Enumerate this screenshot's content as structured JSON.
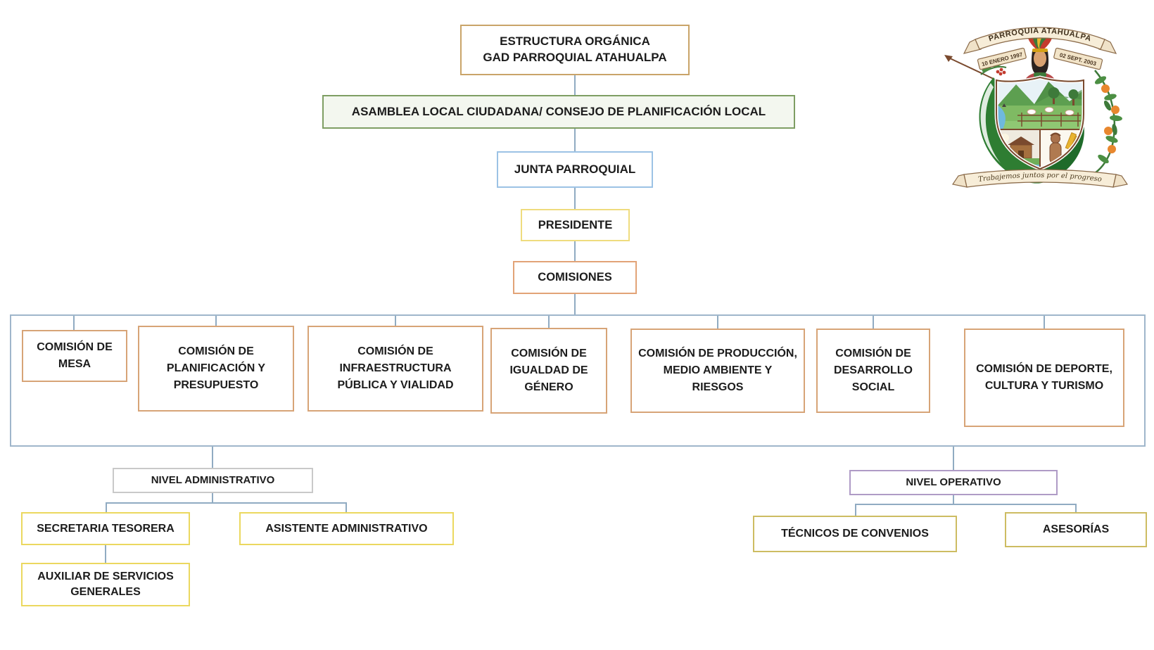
{
  "title": {
    "line1": "ESTRUCTURA ORGÁNICA",
    "line2": "GAD PARROQUIAL ATAHUALPA"
  },
  "chain": {
    "asamblea": "ASAMBLEA LOCAL CIUDADANA/ CONSEJO DE PLANIFICACIÓN LOCAL",
    "junta": "JUNTA PARROQUIAL",
    "presidente": "PRESIDENTE",
    "comisiones": "COMISIONES"
  },
  "commissions": [
    "COMISIÓN DE MESA",
    "COMISIÓN DE PLANIFICACIÓN Y PRESUPUESTO",
    "COMISIÓN DE INFRAESTRUCTURA PÚBLICA Y VIALIDAD",
    "COMISIÓN DE IGUALDAD DE GÉNERO",
    "COMISIÓN DE PRODUCCIÓN, MEDIO AMBIENTE Y RIESGOS",
    "COMISIÓN DE DESARROLLO SOCIAL",
    "COMISIÓN DE DEPORTE, CULTURA Y TURISMO"
  ],
  "administrative": {
    "label": "NIVEL ADMINISTRATIVO",
    "secretaria": "SECRETARIA TESORERA",
    "asistente": "ASISTENTE ADMINISTRATIVO",
    "auxiliar": "AUXILIAR DE SERVICIOS GENERALES"
  },
  "operative": {
    "label": "NIVEL OPERATIVO",
    "tecnicos": "TÉCNICOS DE CONVENIOS",
    "asesorias": "ASESORÍAS"
  },
  "emblem": {
    "banner_top": "PARROQUIA ATAHUALPA",
    "date_left": "10 ENERO 1997",
    "date_right": "02 SEPT. 2003",
    "motto": "Trabajemos juntos por el progreso"
  },
  "colors": {
    "connector": "#90ABC2",
    "title_border": "#C9A469",
    "asamblea_border": "#7E9E63",
    "asamblea_fill": "#F3F7EF",
    "junta_border": "#9CC2E5",
    "presidente_border": "#EFDC7E",
    "comisiones_border": "#E2A377",
    "commission_border": "#D7A477",
    "container_border": "#9FB6CB",
    "nivel_admin_border": "#C9C9C9",
    "nivel_operativo_border": "#AF9BC6",
    "admin_child_border": "#EBD85F",
    "operative_child_border": "#CDBC62"
  }
}
